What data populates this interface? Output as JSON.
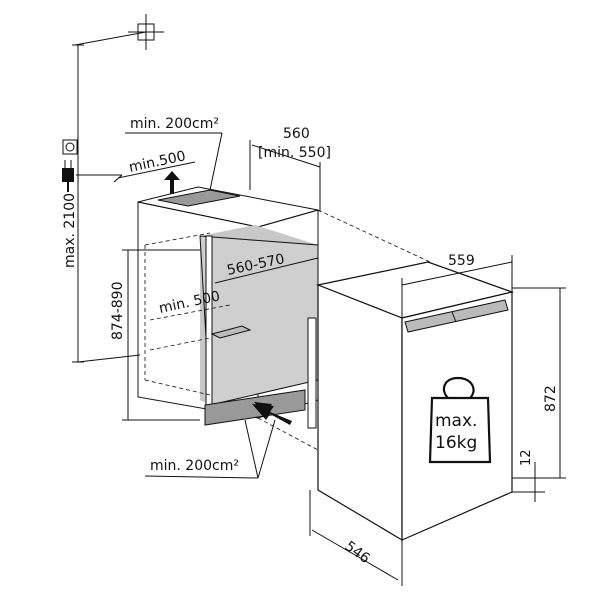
{
  "labels": {
    "vent_top_area": "min. 200cm²",
    "vent_top_depth": "min.500",
    "niche_depth": "560",
    "niche_depth_min": "[min. 550]",
    "niche_width": "560-570",
    "niche_height": "874-890",
    "max_height": "max. 2100",
    "inner_depth": "min. 500",
    "vent_bottom_area": "min. 200cm²",
    "appliance_width": "559",
    "appliance_height": "872",
    "appliance_depth": "546",
    "plinth_gap": "12",
    "weight_line1": "max.",
    "weight_line2": "16kg"
  },
  "icons": {
    "crosshair": "crosshair-icon",
    "socket": "power-socket-icon",
    "plug": "plug-icon",
    "arrow_up": "airflow-up-arrow-icon",
    "arrow_in": "airflow-in-arrow-icon",
    "weight": "weight-icon"
  }
}
